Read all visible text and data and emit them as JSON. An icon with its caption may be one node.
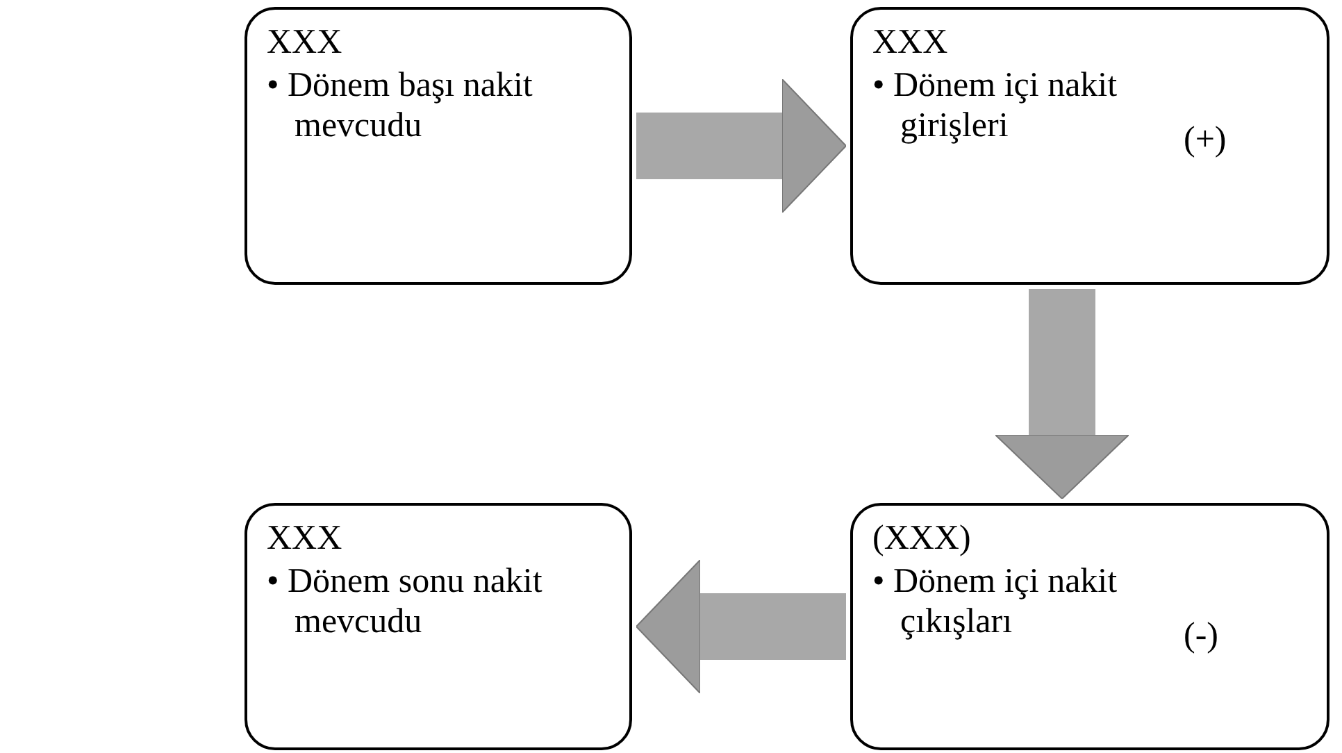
{
  "diagram": {
    "nodes": [
      {
        "text": [
          "XXX",
          "• Dönem başı nakit mevcudu"
        ]
      },
      {
        "text": [
          "XXX",
          "• Dönem içi nakit girişleri",
          "(+)"
        ]
      },
      {
        "text": [
          "(XXX)",
          "• Dönem içi nakit çıkışları",
          "(-)"
        ]
      },
      {
        "text": [
          "XXX",
          "• Dönem sonu nakit mevcudu"
        ]
      }
    ],
    "edges": [
      {
        "from": 0,
        "to": 1,
        "arrow": "to"
      },
      {
        "from": 1,
        "to": 2,
        "arrow": "to"
      },
      {
        "from": 2,
        "to": 3,
        "arrow": "to"
      }
    ]
  }
}
